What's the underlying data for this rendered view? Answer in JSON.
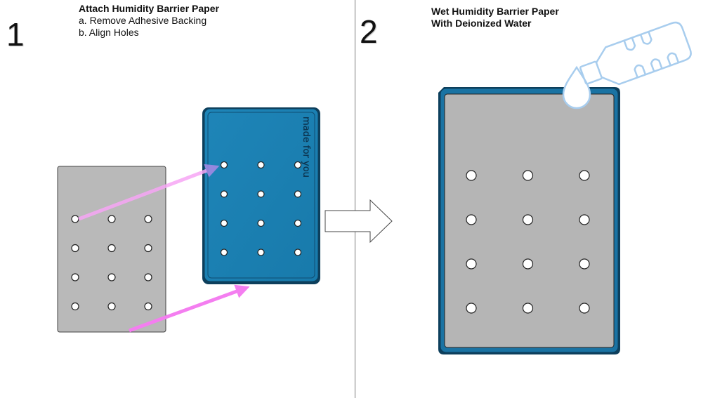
{
  "steps": [
    {
      "number": "1",
      "title": "Attach Humidity Barrier Paper",
      "substeps": [
        "a. Remove Adhesive Backing",
        "b. Align Holes"
      ]
    },
    {
      "number": "2",
      "title_lines": [
        "Wet Humidity Barrier Paper",
        "With Deionized Water"
      ]
    }
  ],
  "plate_label": "made for you",
  "hole_grid": {
    "rows": 4,
    "cols": 3
  },
  "colors": {
    "plate_blue": "#1b80b2",
    "plate_border": "#0d3f5c",
    "paper_gray": "#b9b9b9",
    "arrow_pink": "#f47ef0",
    "water_blue": "#a8cdee",
    "divider": "#7a7a7a"
  },
  "icons": [
    "water-bottle-icon",
    "water-drop-icon",
    "right-arrow-icon",
    "alignment-arrow-icon"
  ]
}
